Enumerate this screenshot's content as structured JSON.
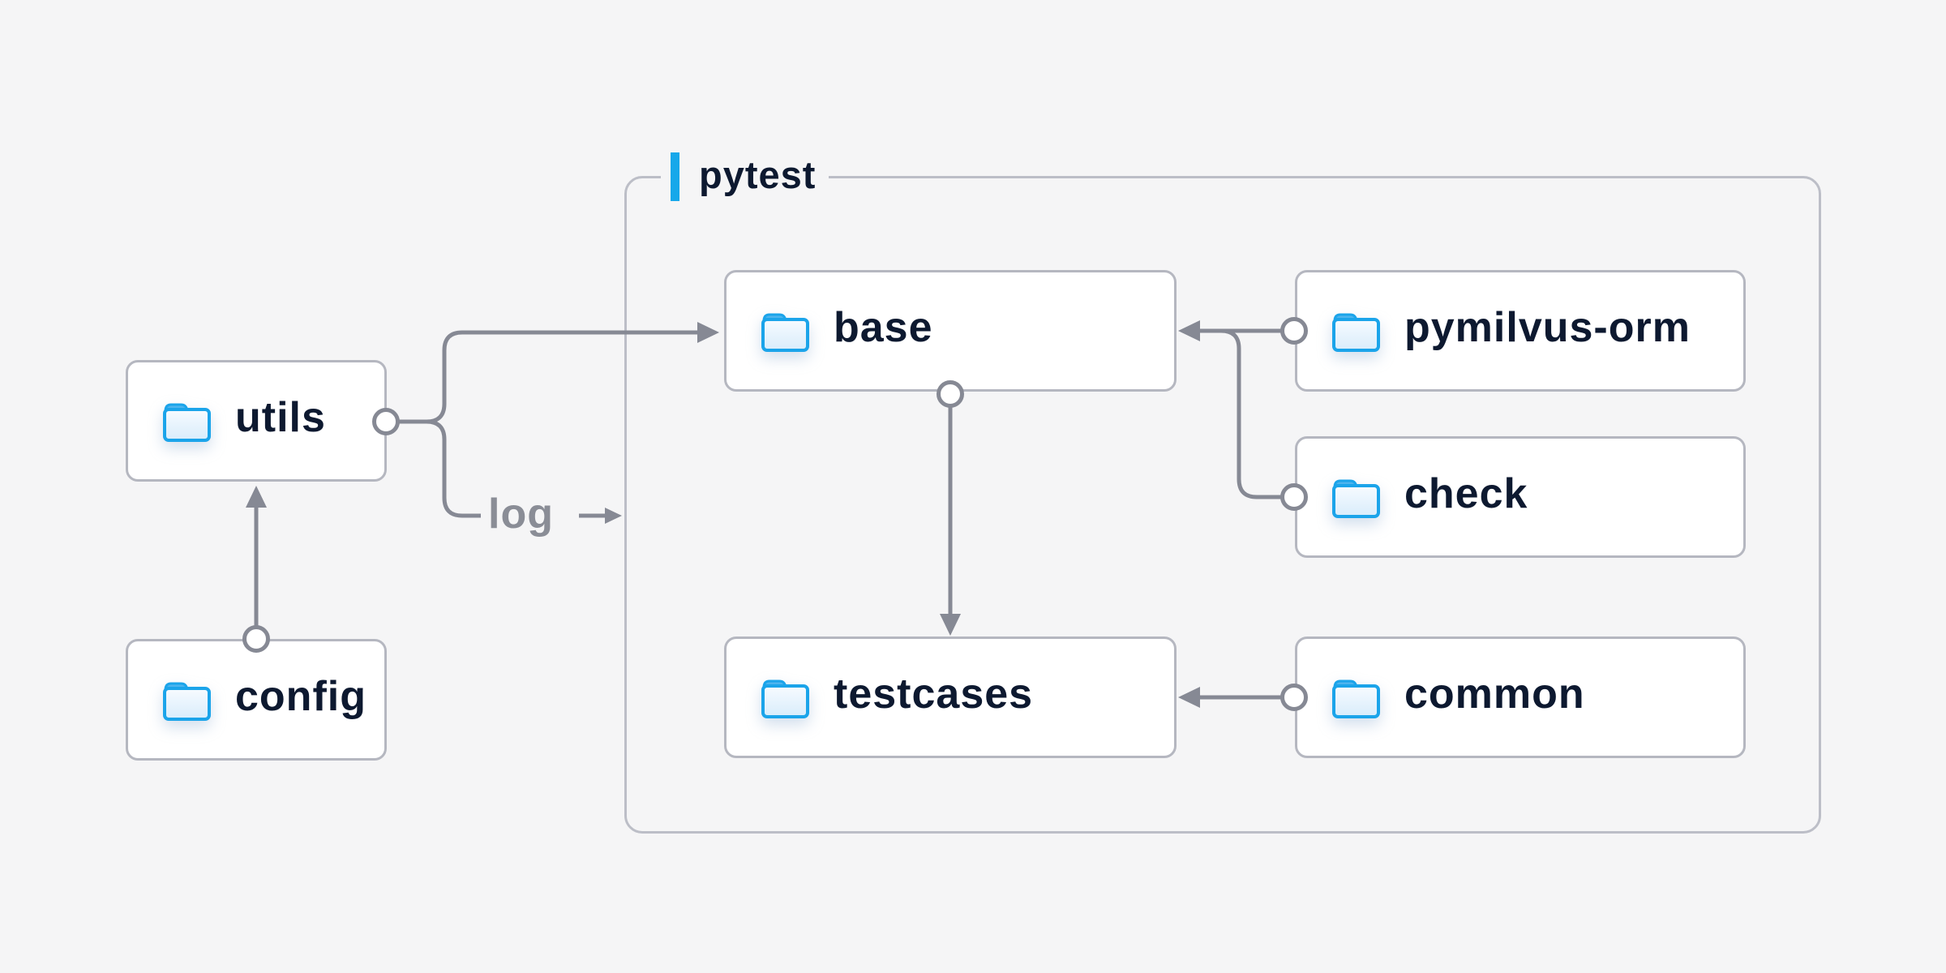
{
  "diagram": {
    "background_color": "#f5f5f6",
    "container": {
      "label": "pytest",
      "accent_color": "#16a8ea",
      "border_color": "#bcbec7"
    },
    "nodes": {
      "utils": {
        "label": "utils",
        "icon": "folder-icon"
      },
      "config": {
        "label": "config",
        "icon": "folder-icon"
      },
      "base": {
        "label": "base",
        "icon": "folder-icon"
      },
      "pymilvus_orm": {
        "label": "pymilvus-orm",
        "icon": "folder-icon"
      },
      "check": {
        "label": "check",
        "icon": "folder-icon"
      },
      "testcases": {
        "label": "testcases",
        "icon": "folder-icon"
      },
      "common": {
        "label": "common",
        "icon": "folder-icon"
      }
    },
    "edge_labels": {
      "log": "log"
    },
    "edges": [
      {
        "from": "config",
        "to": "utils",
        "style": "arrow-up"
      },
      {
        "from": "utils",
        "to": "base",
        "style": "arrow-right"
      },
      {
        "from": "utils",
        "to": "pytest",
        "style": "arrow-right",
        "label": "log"
      },
      {
        "from": "pymilvus-orm",
        "to": "base",
        "style": "arrow-left"
      },
      {
        "from": "check",
        "to": "base",
        "style": "arrow-left"
      },
      {
        "from": "base",
        "to": "testcases",
        "style": "arrow-down"
      },
      {
        "from": "common",
        "to": "testcases",
        "style": "arrow-left"
      }
    ],
    "colors": {
      "connector_gray": "#868994",
      "node_border": "#b5b7c0",
      "node_fill": "#ffffff",
      "text_navy": "#0d1930",
      "edge_label_gray": "#8a8d96",
      "folder_stroke": "#1ba4ea",
      "folder_tab_fill": "#4db4ee",
      "folder_body_fill_top": "#f7fbff",
      "folder_body_fill_bottom": "#d8ecfb"
    }
  }
}
